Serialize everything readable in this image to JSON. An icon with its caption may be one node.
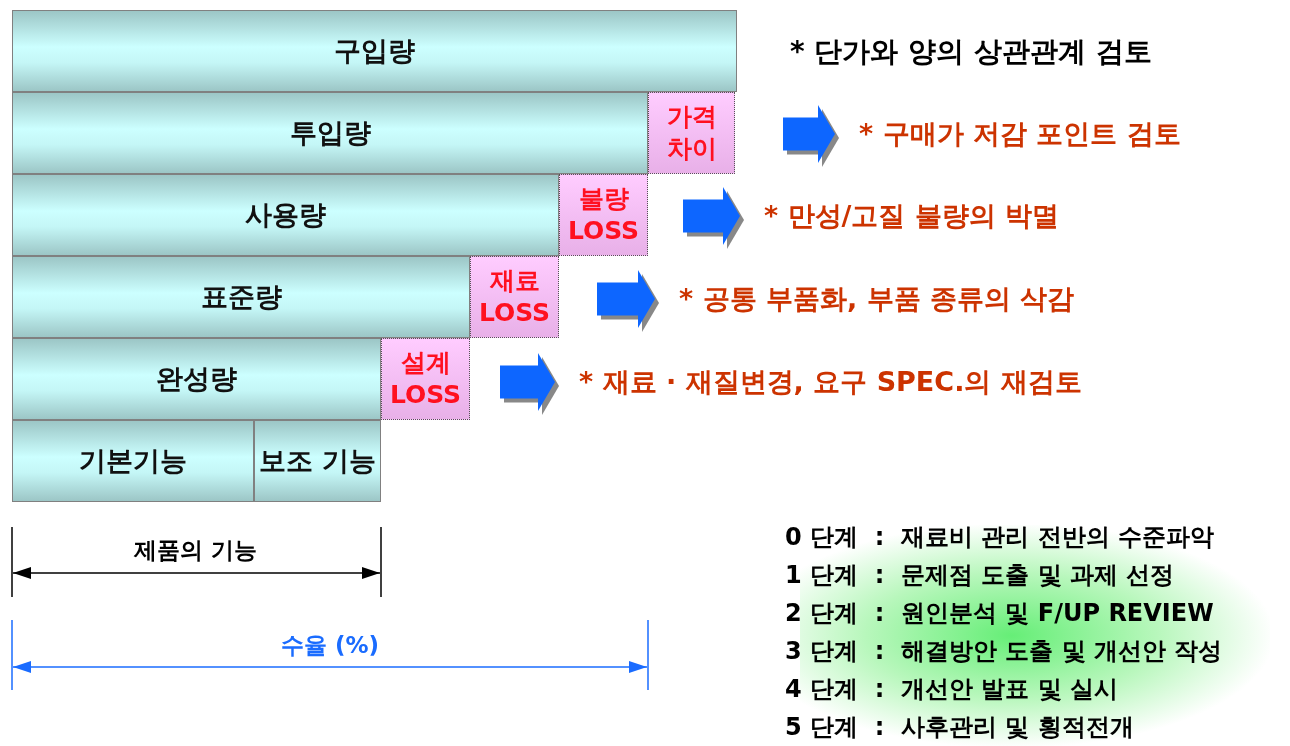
{
  "diagram": {
    "nodes": [
      {
        "text": [
          "구입량"
        ]
      },
      {
        "text": [
          "투입량"
        ]
      },
      {
        "text": [
          "사용량"
        ]
      },
      {
        "text": [
          "표준량"
        ]
      },
      {
        "text": [
          "완성량"
        ]
      },
      {
        "text": [
          "기본기능"
        ]
      },
      {
        "text": [
          "보조 기능"
        ]
      },
      {
        "text": [
          "가격 차이"
        ]
      },
      {
        "text": [
          "불량 LOSS"
        ]
      },
      {
        "text": [
          "재료 LOSS"
        ]
      },
      {
        "text": [
          "설계 LOSS"
        ]
      },
      {
        "text": [
          "* 구매가 저감 포인트 검토"
        ]
      },
      {
        "text": [
          "* 만성/고질 불량의 박멸"
        ]
      },
      {
        "text": [
          "* 공통 부품화, 부품 종류의 삭감"
        ]
      },
      {
        "text": [
          "* 재료 · 재질변경, 요구 SPEC.의 재검토"
        ]
      }
    ],
    "edges": [
      {
        "from": null,
        "to": 11,
        "arrow": "to"
      },
      {
        "from": null,
        "to": 12,
        "arrow": "to"
      },
      {
        "from": null,
        "to": 13,
        "arrow": "to"
      },
      {
        "from": null,
        "to": 14,
        "arrow": "to"
      }
    ],
    "labels": [
      "* 단가와 양의 상관관계 검토",
      "제품의 기능",
      "수율 (%)",
      "0 단계  :  재료비 관리 전반의 수준파악",
      "1 단계  :  문제점 도출 및 과제 선정",
      "2 단계  :  원인분석 및 F/UP REVIEW",
      "3 단계  :  해결방안 도출 및 개선안 작성",
      "4 단계  :  개선안 발표 및 실시",
      "5 단계  :  사후관리 및 횡적전개"
    ]
  }
}
